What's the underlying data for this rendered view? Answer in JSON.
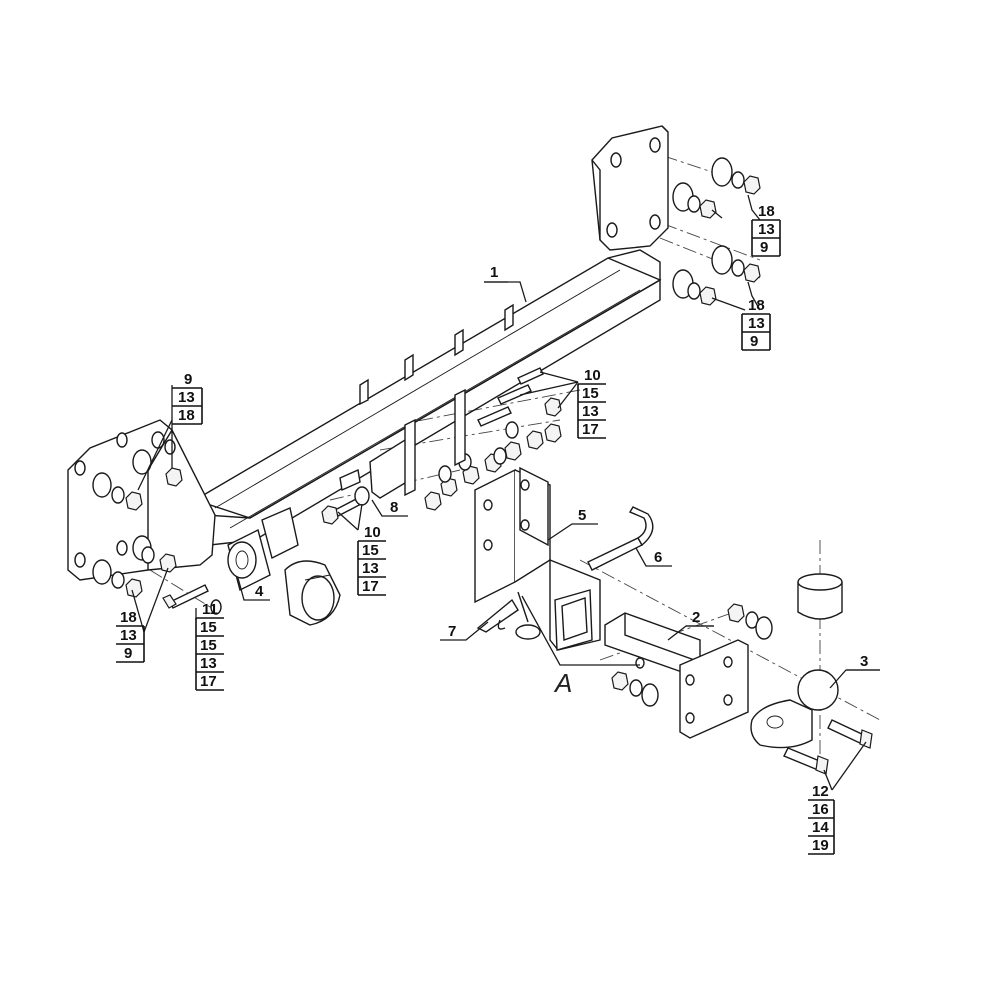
{
  "callouts": {
    "c1": "1",
    "c2": "2",
    "c3": "3",
    "c4": "4",
    "c5": "5",
    "c6": "6",
    "c7": "7",
    "c8": "8",
    "detail": "A"
  },
  "stacks": {
    "top_right_1": [
      "18",
      "13",
      "9"
    ],
    "top_right_2": [
      "18",
      "13",
      "9"
    ],
    "left_upper": [
      "9",
      "13",
      "18"
    ],
    "left_lower": [
      "18",
      "13",
      "9"
    ],
    "mid_10": [
      "10",
      "15",
      "13",
      "17"
    ],
    "mid_10b": [
      "10",
      "15",
      "13",
      "17"
    ],
    "bolt_11": [
      "11",
      "15",
      "15",
      "13",
      "17"
    ],
    "bolt_12": [
      "12",
      "16",
      "14",
      "19"
    ]
  }
}
